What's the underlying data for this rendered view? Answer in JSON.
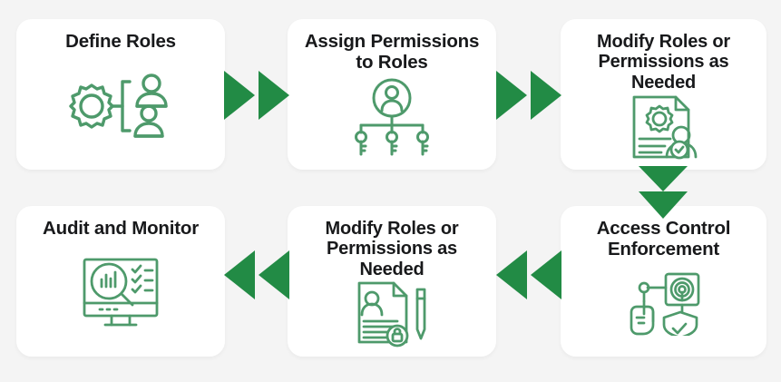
{
  "diagram": {
    "type": "process-flow",
    "background_color": "#f4f4f4",
    "card_color": "#ffffff",
    "arrow_color": "#228b45",
    "icon_color": "#4e9a6b",
    "title_color": "#18191b",
    "nodes": [
      {
        "id": "define-roles",
        "label": "Define Roles",
        "icon": "gear-with-users-hierarchy-icon",
        "row": "top",
        "order": 1
      },
      {
        "id": "assign-permissions",
        "label": "Assign Permissions\nto Roles",
        "icon": "user-with-keys-tree-icon",
        "row": "top",
        "order": 2
      },
      {
        "id": "modify-roles-top",
        "label": "Modify Roles or\nPermissions as\nNeeded",
        "icon": "document-gear-user-verified-icon",
        "row": "top",
        "order": 3
      },
      {
        "id": "access-control-enforcement",
        "label": "Access Control\nEnforcement",
        "icon": "fingerprint-hand-shield-icon",
        "row": "bottom",
        "order": 4
      },
      {
        "id": "modify-roles-bottom",
        "label": "Modify Roles or\nPermissions as\nNeeded",
        "icon": "document-person-lock-pen-icon",
        "row": "bottom",
        "order": 5
      },
      {
        "id": "audit-monitor",
        "label": "Audit and Monitor",
        "icon": "monitor-chart-magnifier-checklist-icon",
        "row": "bottom",
        "order": 6
      }
    ],
    "connectors": [
      {
        "id": "connector-1",
        "from": "define-roles",
        "to": "assign-permissions",
        "direction": "right",
        "style": "double-chevron"
      },
      {
        "id": "connector-2",
        "from": "assign-permissions",
        "to": "modify-roles-top",
        "direction": "right",
        "style": "double-chevron"
      },
      {
        "id": "connector-3",
        "from": "modify-roles-top",
        "to": "access-control-enforcement",
        "direction": "down",
        "style": "double-chevron"
      },
      {
        "id": "connector-4",
        "from": "access-control-enforcement",
        "to": "modify-roles-bottom",
        "direction": "left",
        "style": "double-chevron"
      },
      {
        "id": "connector-5",
        "from": "modify-roles-bottom",
        "to": "audit-monitor",
        "direction": "left",
        "style": "double-chevron"
      }
    ]
  }
}
